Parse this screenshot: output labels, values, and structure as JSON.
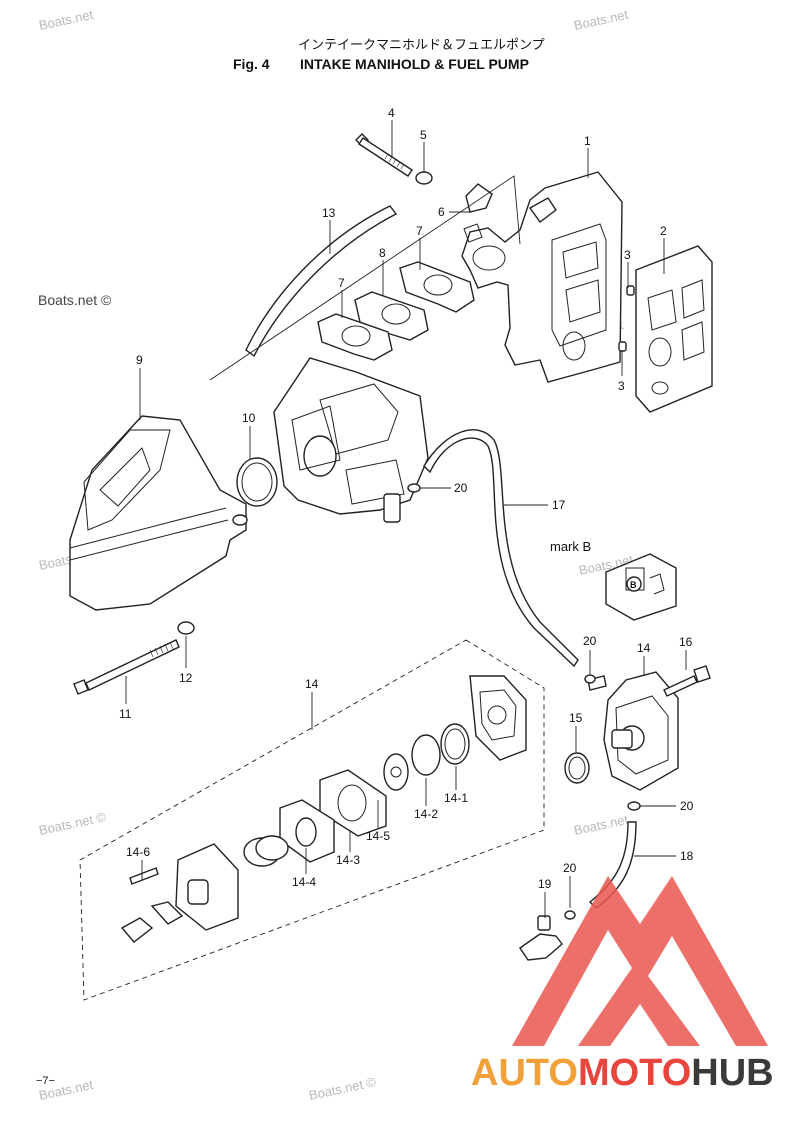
{
  "header": {
    "title_jp": "インテイークマニホルド＆フュエルポンプ",
    "fig": "Fig. 4",
    "title_en": "INTAKE MANIHOLD & FUEL PUMP"
  },
  "watermarks": {
    "site": "Boats.net",
    "site_copy": "Boats.net ©"
  },
  "inset": {
    "label": "mark B",
    "letter": "B"
  },
  "callouts": {
    "c1": "1",
    "c2": "2",
    "c3a": "3",
    "c3b": "3",
    "c4": "4",
    "c5": "5",
    "c6": "6",
    "c7a": "7",
    "c7b": "7",
    "c8": "8",
    "c9": "9",
    "c10": "10",
    "c11": "11",
    "c12": "12",
    "c13": "13",
    "c14a": "14",
    "c14b": "14",
    "c14_1": "14-1",
    "c14_2": "14-2",
    "c14_3": "14-3",
    "c14_4": "14-4",
    "c14_5": "14-5",
    "c14_6": "14-6",
    "c15": "15",
    "c16": "16",
    "c17": "17",
    "c18": "18",
    "c19": "19",
    "c20a": "20",
    "c20b": "20",
    "c20c": "20",
    "c20d": "20"
  },
  "footer": {
    "page": "−7−",
    "brand_auto": "AUTO",
    "brand_moto": "MOTO",
    "brand_hub": "HUB"
  },
  "colors": {
    "brand_orange": "#f2a03a",
    "brand_red": "#e8453c",
    "brand_dark": "#3a3a3a",
    "logo_red": "#e9574f"
  }
}
